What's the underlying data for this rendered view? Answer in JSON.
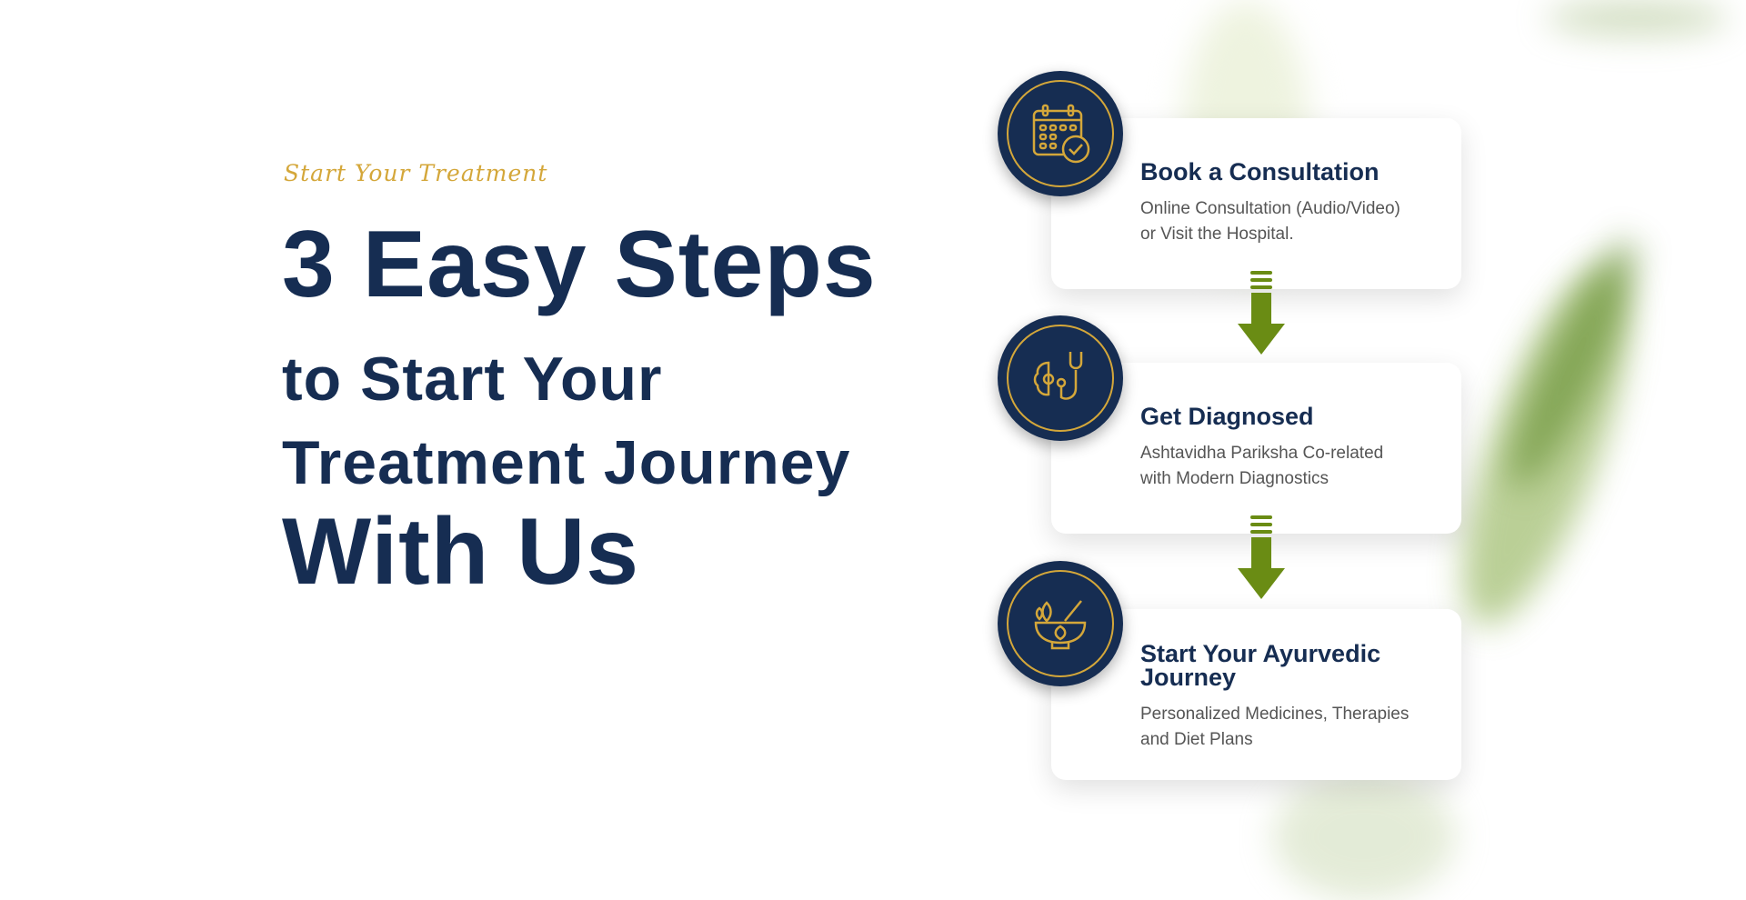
{
  "eyebrow": "Start Your Treatment",
  "headline": {
    "line1": "3 Easy Steps",
    "line2": "to Start Your",
    "line3": "Treatment Journey",
    "line4": "With Us"
  },
  "steps": [
    {
      "title": "Book a Consultation",
      "desc1": "Online Consultation (Audio/Video)",
      "desc2": "or Visit the Hospital.",
      "icon": "calendar-check-icon"
    },
    {
      "title": "Get Diagnosed",
      "desc1": "Ashtavidha Pariksha Co-related",
      "desc2": "with Modern Diagnostics",
      "icon": "brain-stethoscope-icon"
    },
    {
      "title": "Start Your Ayurvedic Journey",
      "desc1": "Personalized Medicines, Therapies",
      "desc2": "and Diet Plans",
      "icon": "mortar-pestle-herbs-icon"
    }
  ],
  "colors": {
    "navy": "#162d52",
    "gold": "#d4a73a",
    "green": "#6a8c14"
  }
}
